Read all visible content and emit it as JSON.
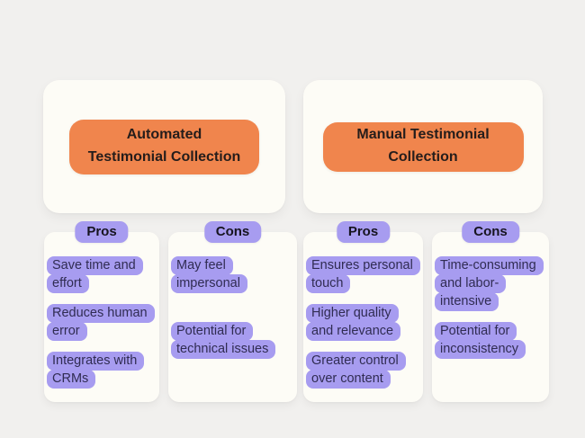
{
  "sections": [
    {
      "title": "Automated\nTestimonial Collection"
    },
    {
      "title": "Manual Testimonial\nCollection"
    }
  ],
  "columns": [
    {
      "label": "Pros",
      "items": [
        "Save time and\neffort",
        "Reduces human\nerror",
        "Integrates with\nCRMs"
      ]
    },
    {
      "label": "Cons",
      "items": [
        "May feel\nimpersonal",
        "Potential for\ntechnical issues"
      ]
    },
    {
      "label": "Pros",
      "items": [
        "Ensures personal\ntouch",
        "Higher quality\nand relevance",
        "Greater control\nover content"
      ]
    },
    {
      "label": "Cons",
      "items": [
        "Time-consuming\nand labor-\nintensive",
        "Potential for\ninconsistency"
      ]
    }
  ],
  "colors": {
    "background": "#f1f0ee",
    "card": "#fdfcf6",
    "orange": "#f0854d",
    "purple": "#a79cf0",
    "header_text": "#251d1b",
    "badge_text": "#16141f",
    "item_text": "#302c52"
  }
}
